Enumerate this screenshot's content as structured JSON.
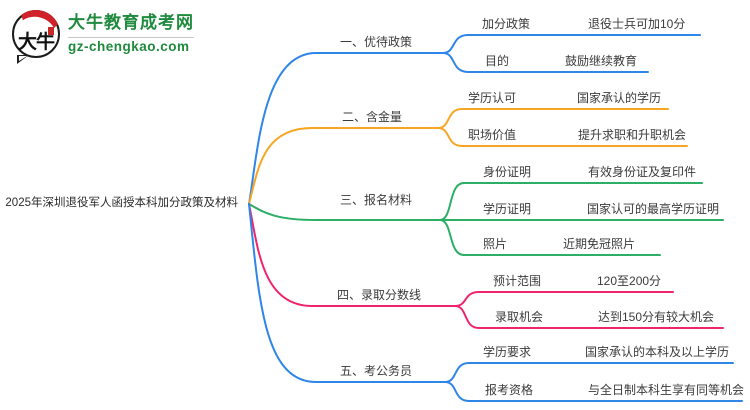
{
  "site": {
    "name": "大牛教育成考网",
    "domain": "gz-chengkao.com",
    "logo_text": "大牛",
    "brand_green": "#1f8a3e",
    "logo_red": "#d0212a"
  },
  "root": {
    "title": "2025年深圳退役军人函授本科加分政策及材料"
  },
  "colors": {
    "blue": "#2e86e8",
    "orange": "#f6a623",
    "green": "#2bae66",
    "pink": "#f0246d",
    "text": "#3b3b3b"
  },
  "branches": [
    {
      "label": "一、优待政策",
      "color": "#2e86e8",
      "children": [
        {
          "label": "加分政策",
          "value": "退役士兵可加10分"
        },
        {
          "label": "目的",
          "value": "鼓励继续教育"
        }
      ]
    },
    {
      "label": "二、含金量",
      "color": "#f6a623",
      "children": [
        {
          "label": "学历认可",
          "value": "国家承认的学历"
        },
        {
          "label": "职场价值",
          "value": "提升求职和升职机会"
        }
      ]
    },
    {
      "label": "三、报名材料",
      "color": "#2bae66",
      "children": [
        {
          "label": "身份证明",
          "value": "有效身份证及复印件"
        },
        {
          "label": "学历证明",
          "value": "国家认可的最高学历证明"
        },
        {
          "label": "照片",
          "value": "近期免冠照片"
        }
      ]
    },
    {
      "label": "四、录取分数线",
      "color": "#f0246d",
      "children": [
        {
          "label": "预计范围",
          "value": "120至200分"
        },
        {
          "label": "录取机会",
          "value": "达到150分有较大机会"
        }
      ]
    },
    {
      "label": "五、考公务员",
      "color": "#2e86e8",
      "children": [
        {
          "label": "学历要求",
          "value": "国家承认的本科及以上学历"
        },
        {
          "label": "报考资格",
          "value": "与全日制本科生享有同等机会"
        }
      ]
    }
  ]
}
